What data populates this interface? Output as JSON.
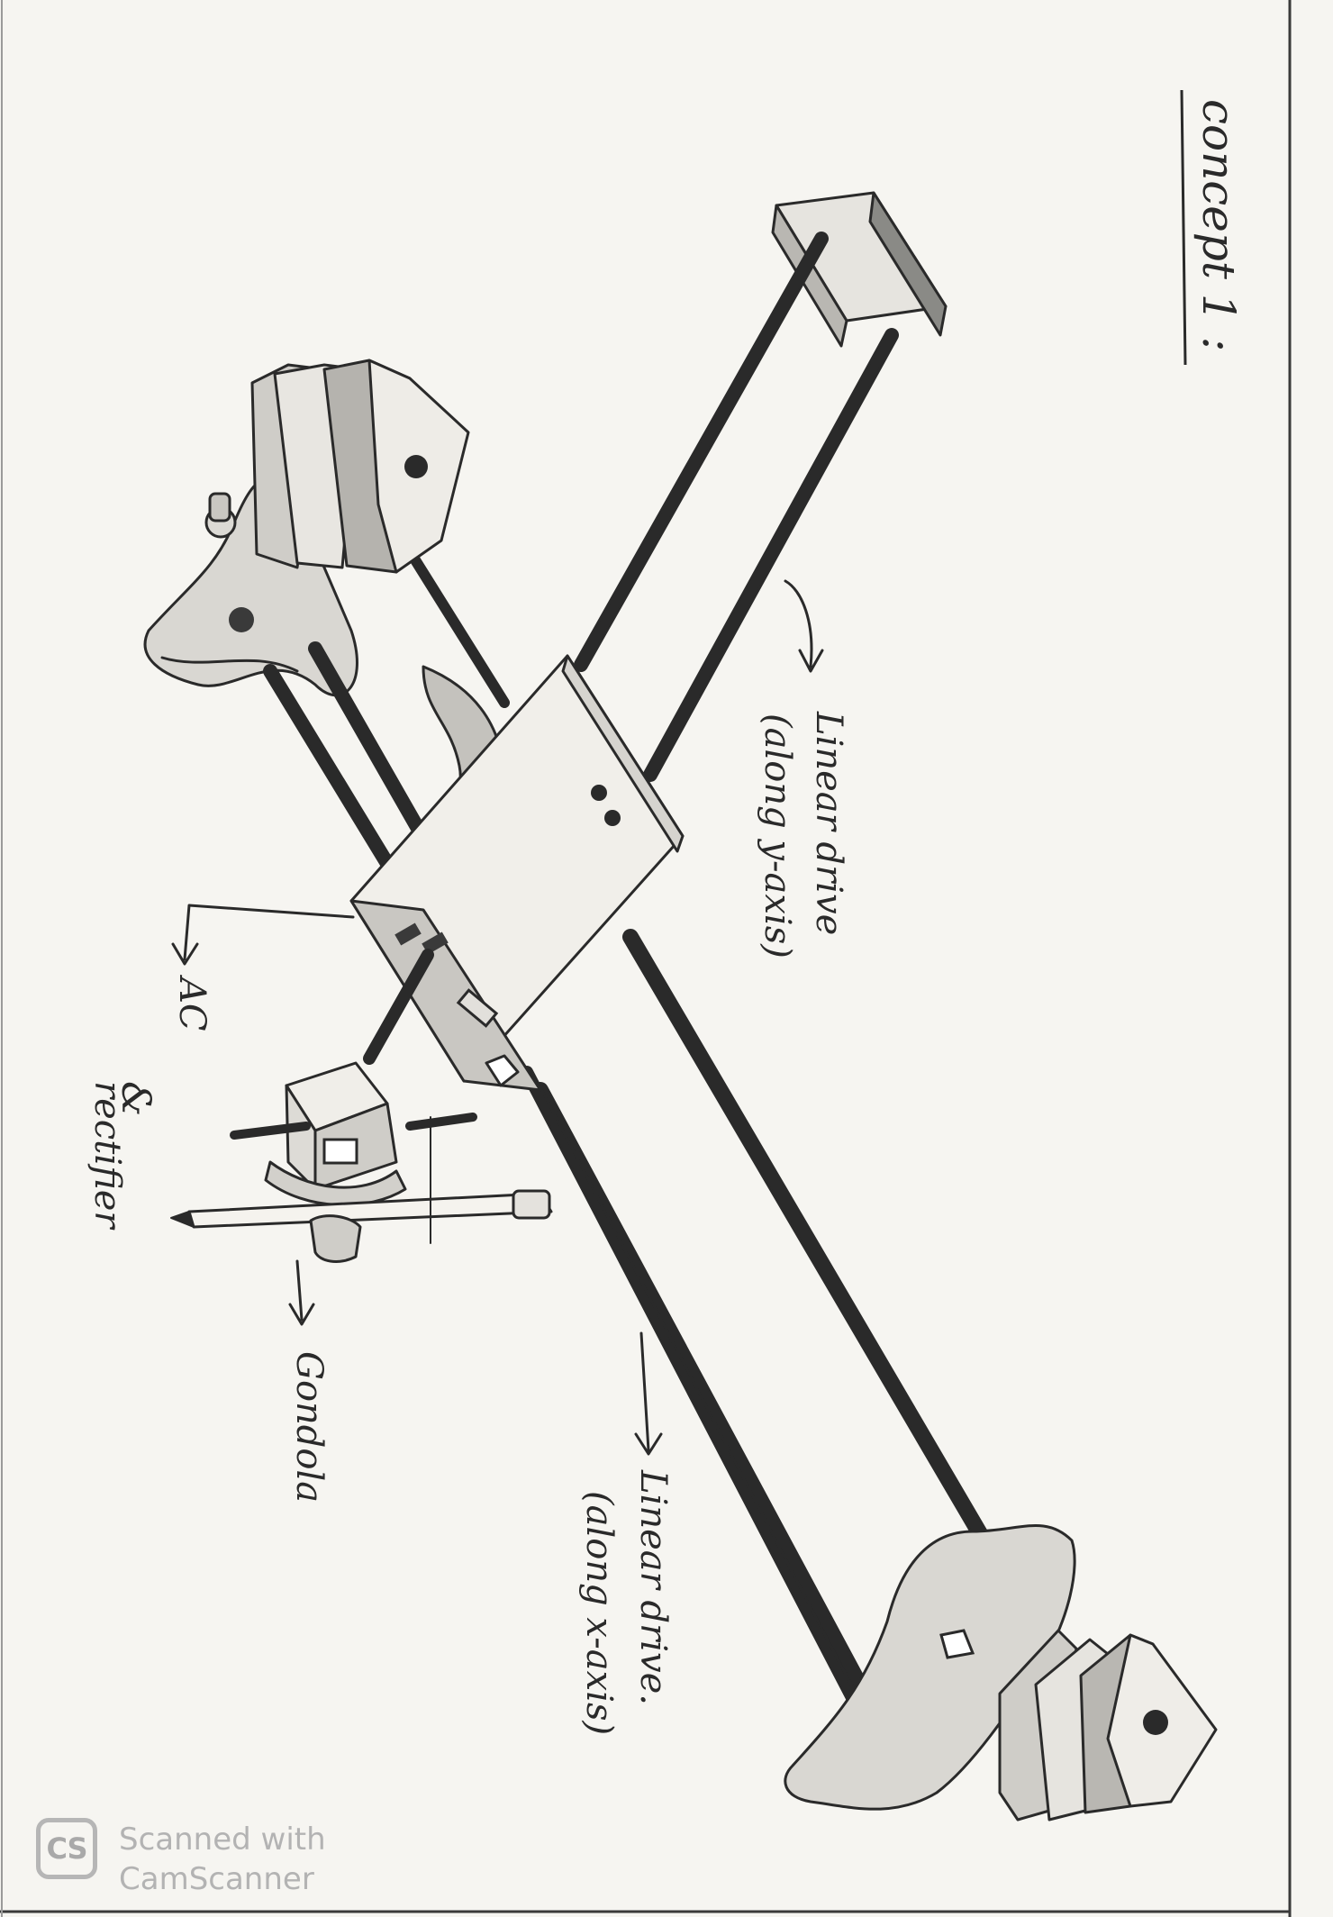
{
  "page": {
    "title": "concept 1 :"
  },
  "callouts": {
    "y_drive_line1": "Linear drive",
    "y_drive_line2": "(along y-axis)",
    "x_drive_line1": "Linear drive.",
    "x_drive_line2": "(along x-axis)",
    "ac_line1": "AC",
    "ac_line2": "&",
    "ac_line3": "rectifier",
    "gondola": "Gondola"
  },
  "watermark": {
    "logo_text": "CS",
    "line1": "Scanned with",
    "line2": "CamScanner"
  },
  "icons": {
    "logo": "camscanner-logo-icon",
    "arrow": "arrow-right-icon"
  }
}
